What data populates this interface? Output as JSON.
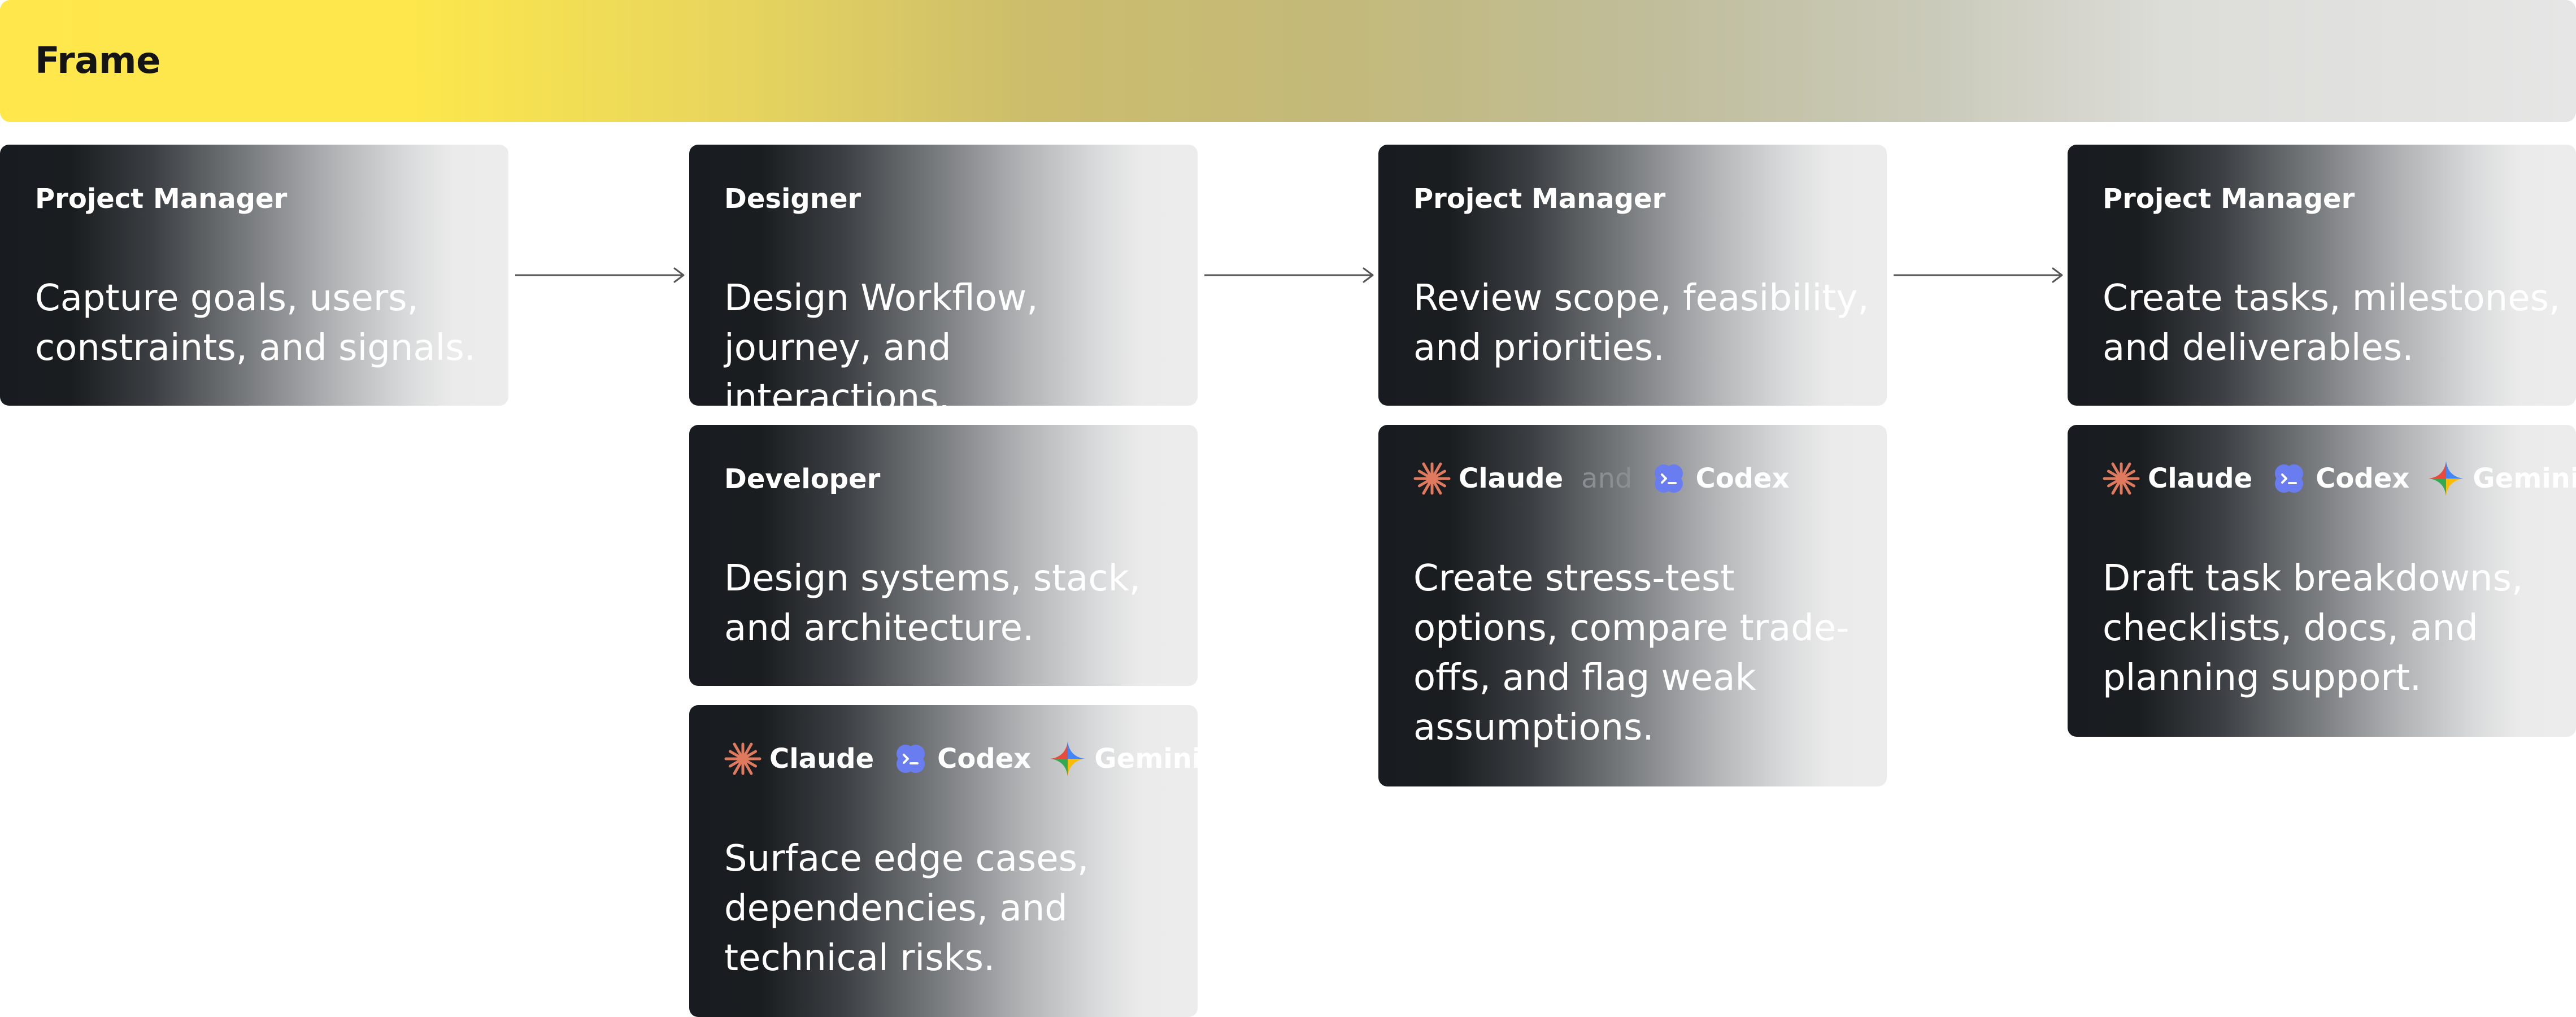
{
  "frame": {
    "title": "Frame"
  },
  "columns": [
    {
      "cards": [
        {
          "type": "role",
          "title": "Project Manager",
          "body": "Capture goals, users, constraints, and signals."
        }
      ]
    },
    {
      "cards": [
        {
          "type": "role",
          "title": "Designer",
          "body": "Design Workflow, journey, and interactions."
        },
        {
          "type": "role",
          "title": "Developer",
          "body": "Design systems, stack, and architecture."
        },
        {
          "type": "ai",
          "tools": [
            "Claude",
            "Codex",
            "Gemini"
          ],
          "body": "Surface edge cases, dependencies, and technical risks."
        }
      ]
    },
    {
      "cards": [
        {
          "type": "role",
          "title": "Project Manager",
          "body": "Review scope, feasibility, and priorities."
        },
        {
          "type": "ai",
          "tools": [
            "Claude",
            "Codex"
          ],
          "connector": "and",
          "body": "Create stress-test options, compare trade-offs, and flag weak assumptions."
        }
      ]
    },
    {
      "cards": [
        {
          "type": "role",
          "title": "Project Manager",
          "body": "Create tasks, milestones, and deliverables."
        },
        {
          "type": "ai",
          "tools": [
            "Claude",
            "Codex",
            "Gemini"
          ],
          "body": "Draft task breakdowns, checklists, docs, and planning support."
        }
      ]
    }
  ],
  "icons": {
    "Claude": "claude-icon",
    "Codex": "codex-icon",
    "Gemini": "gemini-icon"
  },
  "colors": {
    "frame_accent": "#ffe74c",
    "card_dark": "#181c20",
    "card_light": "#ececec",
    "claude": "#e07a5f",
    "codex": "#6a7df0",
    "arrow": "#555555"
  }
}
